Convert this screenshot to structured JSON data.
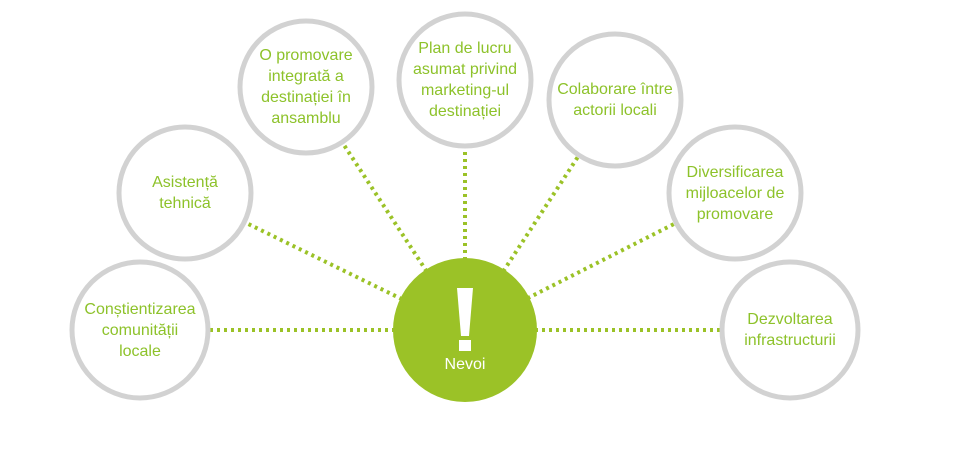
{
  "center": {
    "label": "Nevoi",
    "icon": "exclamation-icon",
    "color": "#9bc227"
  },
  "colors": {
    "ring": "#d2d2d2",
    "text": "#8dc22a",
    "connector": "#9bc227"
  },
  "nodes": [
    {
      "label": "Conștientizarea\ncomunității\nlocale"
    },
    {
      "label": "Asistență\ntehnică"
    },
    {
      "label": "O promovare\nintegrată a\ndestinației în\nansamblu"
    },
    {
      "label": "Plan de lucru\nasumat privind\nmarketing-ul\ndestinației"
    },
    {
      "label": "Colaborare între\nactorii locali"
    },
    {
      "label": "Diversificarea\nmijloacelor de\npromovare"
    },
    {
      "label": "Dezvoltarea\ninfrastructurii"
    }
  ]
}
